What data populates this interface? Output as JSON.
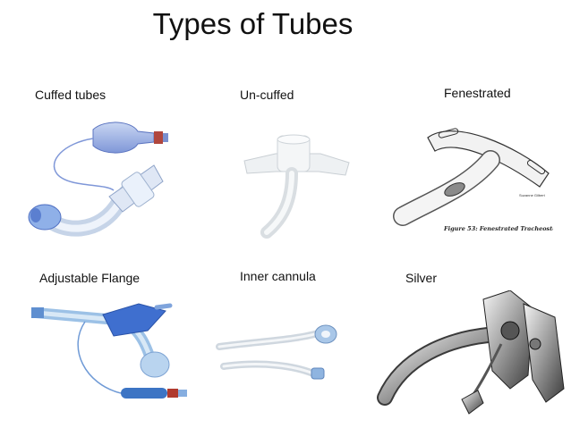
{
  "title": "Types of Tubes",
  "items": [
    {
      "label": "Cuffed tubes"
    },
    {
      "label": "Un-cuffed"
    },
    {
      "label": "Fenestrated",
      "figure_caption": "Figure 53: Fenestrated Tracheostomy Tube",
      "credit": "Suzanne Gilbert"
    },
    {
      "label": "Adjustable Flange"
    },
    {
      "label": "Inner cannula"
    },
    {
      "label": "Silver"
    }
  ]
}
